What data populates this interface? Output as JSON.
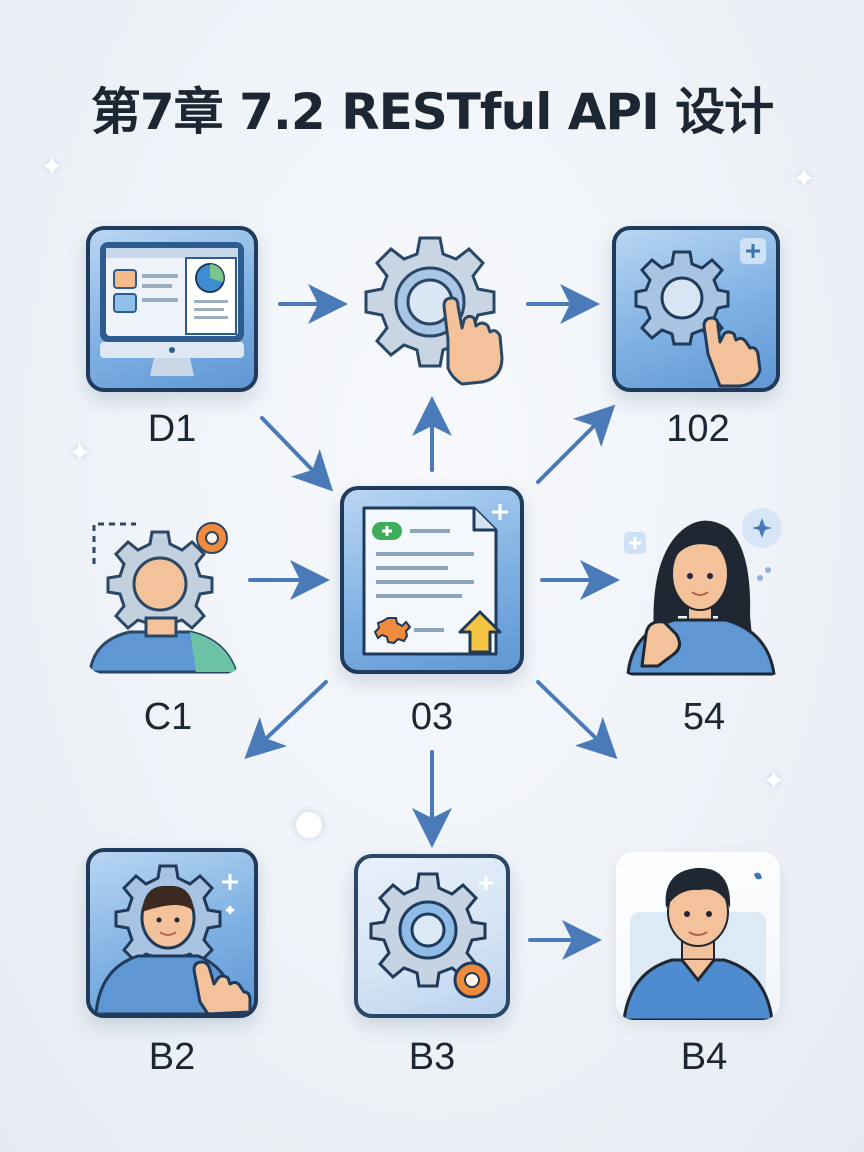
{
  "title": "第7章 7.2 RESTful API 设计",
  "nodes": [
    {
      "id": "d1",
      "label": "D1",
      "icon": "computer-monitor-icon"
    },
    {
      "id": "g1",
      "label": "",
      "icon": "gear-with-pointing-hand-icon"
    },
    {
      "id": "n102",
      "label": "102",
      "icon": "gear-with-hand-tile-icon"
    },
    {
      "id": "c1",
      "label": "C1",
      "icon": "person-with-gear-icon"
    },
    {
      "id": "n03",
      "label": "03",
      "icon": "document-with-upload-icon"
    },
    {
      "id": "n54",
      "label": "54",
      "icon": "woman-avatar-icon"
    },
    {
      "id": "b2",
      "label": "B2",
      "icon": "person-pointing-icon"
    },
    {
      "id": "b3",
      "label": "B3",
      "icon": "gear-settings-icon"
    },
    {
      "id": "b4",
      "label": "B4",
      "icon": "man-avatar-icon"
    }
  ],
  "edges": [
    {
      "from": "d1",
      "to": "g1"
    },
    {
      "from": "g1",
      "to": "n102"
    },
    {
      "from": "c1",
      "to": "n03"
    },
    {
      "from": "n03",
      "to": "n54"
    },
    {
      "from": "n03",
      "to": "g1"
    },
    {
      "from": "n03",
      "to": "n102"
    },
    {
      "from": "d1",
      "to": "n03"
    },
    {
      "from": "n03",
      "to": "b2"
    },
    {
      "from": "n03",
      "to": "b3"
    },
    {
      "from": "n03",
      "to": "b4"
    },
    {
      "from": "b3",
      "to": "b4"
    }
  ],
  "colors": {
    "arrow": "#4a7bb8",
    "tile_border": "#1f3a5a",
    "tile_blue": "#7fb1e3",
    "skin": "#f3c29b",
    "accent_orange": "#f08a3c",
    "accent_yellow": "#f5c542",
    "accent_green": "#3fae5a"
  }
}
